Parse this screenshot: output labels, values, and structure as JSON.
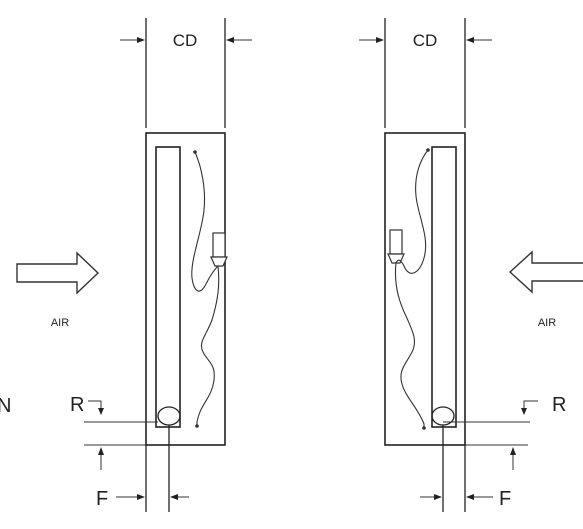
{
  "diagram": {
    "left_panel": {
      "cd_label": "CD",
      "air_label": "AIR",
      "r_label": "R",
      "f_label": "F",
      "edge_fragment": "N"
    },
    "right_panel": {
      "cd_label": "CD",
      "air_label": "AIR",
      "r_label": "R",
      "f_label": "F"
    }
  }
}
